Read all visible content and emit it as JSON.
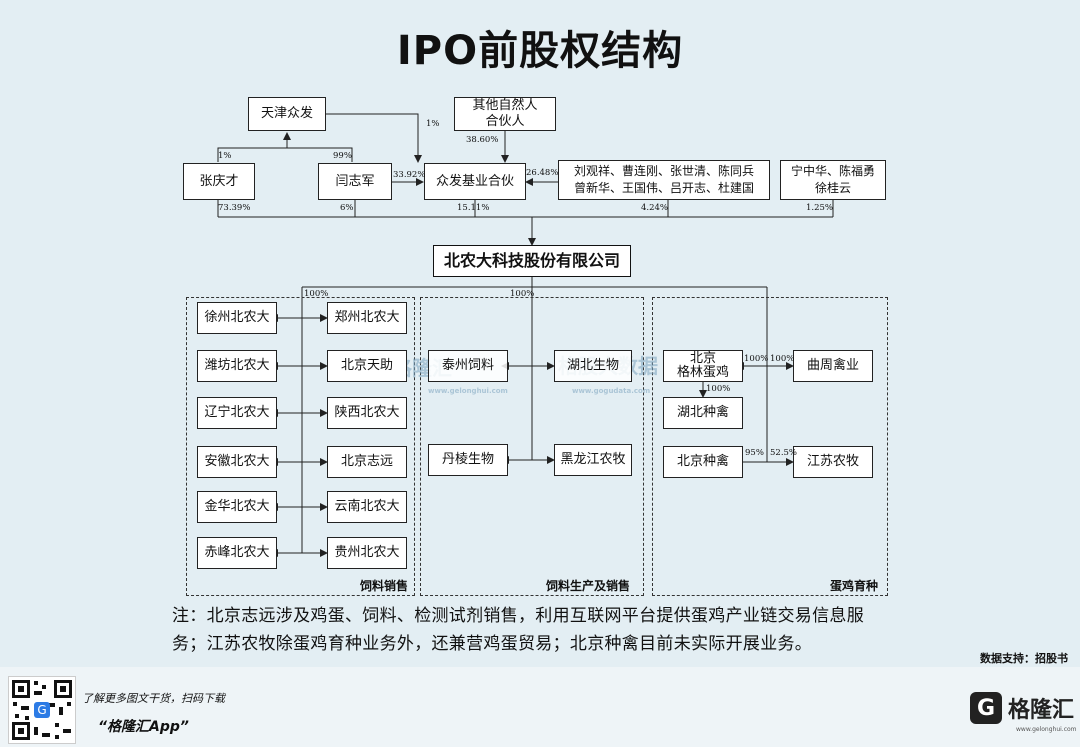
{
  "title": "IPO前股权结构",
  "top": {
    "tianjin": "天津众发",
    "others": "其他自然人合伙人",
    "others_lines": [
      "其他自然人",
      "合伙人"
    ],
    "zhang": "张庆才",
    "yan": "闫志军",
    "zhongfa": "众发基业合伙",
    "group1_lines": [
      "刘观祥、曹连刚、张世清、陈同兵",
      "曾新华、王国伟、吕开志、杜建国"
    ],
    "group2_lines": [
      "宁中华、陈福勇",
      "徐桂云"
    ]
  },
  "percents": {
    "zhang_to_tianjin": "1%",
    "yan_to_tianjin": "99%",
    "tianjin_to_zhongfa": "1%",
    "others_to_zhongfa": "38.60%",
    "yan_to_zhongfa": "33.92%",
    "group1_to_zhongfa": "26.48%",
    "zhang_to_company": "73.39%",
    "yan_to_company": "6%",
    "zhongfa_to_company": "15.11%",
    "group1_to_company": "4.24%",
    "group2_to_company": "1.25%",
    "company_to_sales": "100%",
    "company_to_feed": "100%",
    "gelin_to_qufu": "100%",
    "gelin_from_company": "100%",
    "gelin_to_hubei": "100%",
    "zhongqin_to_jiangsu": "95%",
    "company_to_jiangsu": "52.5%"
  },
  "company": "北农大科技股份有限公司",
  "sales": {
    "label": "饲料销售",
    "left": [
      "徐州北农大",
      "潍坊北农大",
      "辽宁北农大",
      "安徽北农大",
      "金华北农大",
      "赤峰北农大"
    ],
    "right": [
      "郑州北农大",
      "北京天助",
      "陕西北农大",
      "北京志远",
      "云南北农大",
      "贵州北农大"
    ]
  },
  "feed": {
    "label": "饲料生产及销售",
    "taizhou": "泰州饲料",
    "hubei_bio": "湖北生物",
    "danleng": "丹棱生物",
    "heilongjiang": "黑龙江农牧"
  },
  "egg": {
    "label": "蛋鸡育种",
    "gelin_lines": [
      "北京",
      "格林蛋鸡"
    ],
    "qufu": "曲周禽业",
    "hubei_zhongqin": "湖北种禽",
    "beijing_zhongqin": "北京种禽",
    "jiangsu": "江苏农牧"
  },
  "note": [
    "注：北京志远涉及鸡蛋、饲料、检测试剂销售，利用互联网平台提供蛋鸡产业链交易信息服",
    "务；江苏农牧除蛋鸡育种业务外，还兼营鸡蛋贸易；北京种禽目前未实际开展业务。"
  ],
  "data_source": "数据支持：招股书",
  "footer": {
    "hint": "了解更多图文干货，扫码下载",
    "app": "“格隆汇App”",
    "logo_text": "格隆汇",
    "logo_sub": "www.gelonghui.com"
  },
  "watermark": {
    "text1": "格隆汇",
    "text2": "格股大数据",
    "url1": "www.gelonghui.com",
    "url2": "www.gogudata.com"
  }
}
